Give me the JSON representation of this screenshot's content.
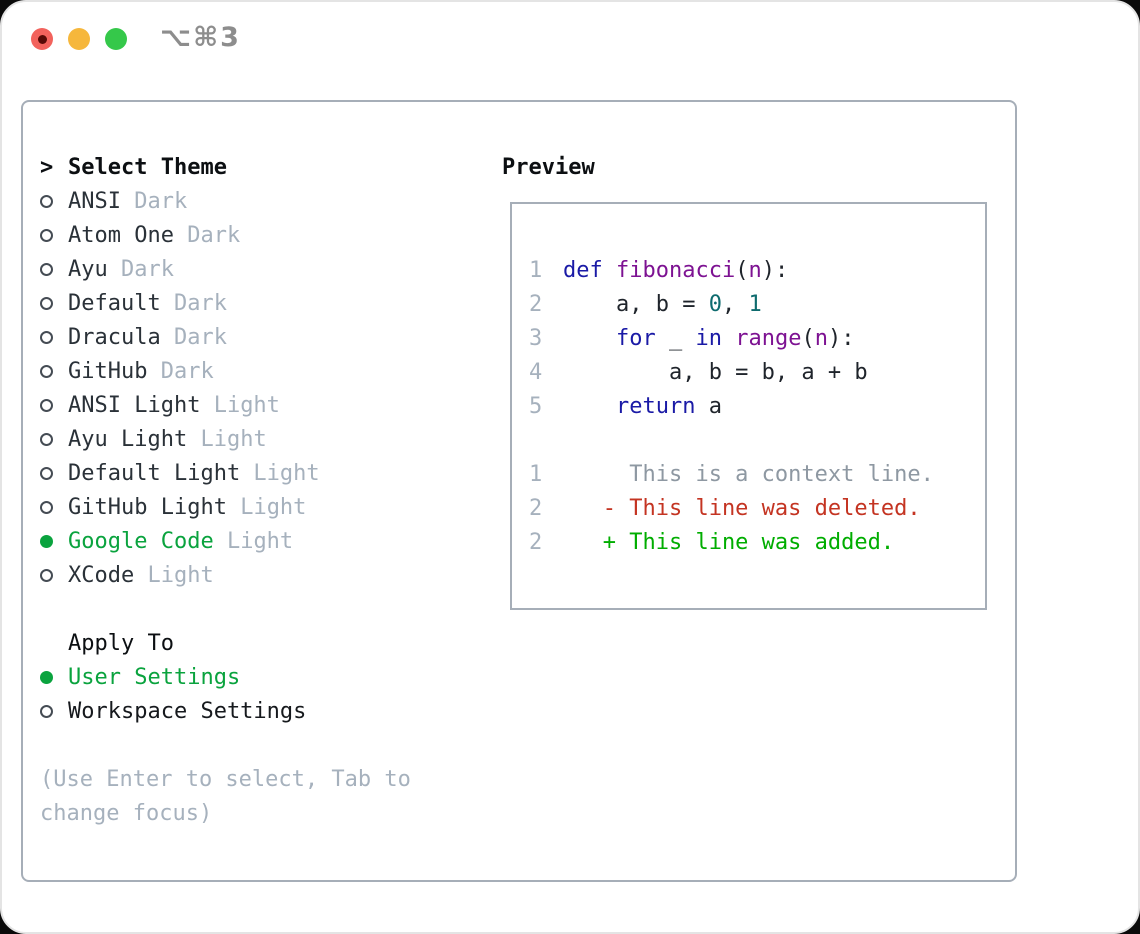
{
  "titlebar": {
    "shortcut": "⌥⌘3"
  },
  "colors": {
    "selected_green": "#0aa33e",
    "keyword_blue": "#1a1aa6",
    "function_purple": "#7d1292",
    "literal_teal": "#0e6b6e",
    "deleted_red": "#c43422",
    "added_green": "#00ad00"
  },
  "theme_panel": {
    "header_marker": ">",
    "header": "Select Theme",
    "themes": [
      {
        "name": "ANSI",
        "variant": "Dark",
        "selected": false
      },
      {
        "name": "Atom One",
        "variant": "Dark",
        "selected": false
      },
      {
        "name": "Ayu",
        "variant": "Dark",
        "selected": false
      },
      {
        "name": "Default",
        "variant": "Dark",
        "selected": false
      },
      {
        "name": "Dracula",
        "variant": "Dark",
        "selected": false
      },
      {
        "name": "GitHub",
        "variant": "Dark",
        "selected": false
      },
      {
        "name": "ANSI Light",
        "variant": "Light",
        "selected": false
      },
      {
        "name": "Ayu Light",
        "variant": "Light",
        "selected": false
      },
      {
        "name": "Default Light",
        "variant": "Light",
        "selected": false
      },
      {
        "name": "GitHub Light",
        "variant": "Light",
        "selected": false
      },
      {
        "name": "Google Code",
        "variant": "Light",
        "selected": true
      },
      {
        "name": "XCode",
        "variant": "Light",
        "selected": false
      }
    ],
    "apply_to_header": "Apply To",
    "apply_options": [
      {
        "label": "User Settings",
        "selected": true
      },
      {
        "label": "Workspace Settings",
        "selected": false
      }
    ],
    "hint_line1": "(Use Enter to select, Tab to",
    "hint_line2": "change focus)"
  },
  "preview": {
    "header": "Preview",
    "code_lines": [
      {
        "num": "1",
        "segments": [
          {
            "t": "def",
            "c": "kw"
          },
          {
            "t": " ",
            "c": "pl"
          },
          {
            "t": "fibonacci",
            "c": "fn"
          },
          {
            "t": "(",
            "c": "pl"
          },
          {
            "t": "n",
            "c": "fn"
          },
          {
            "t": "):",
            "c": "pl"
          }
        ]
      },
      {
        "num": "2",
        "segments": [
          {
            "t": "    a, b = ",
            "c": "pl"
          },
          {
            "t": "0",
            "c": "lit"
          },
          {
            "t": ", ",
            "c": "pl"
          },
          {
            "t": "1",
            "c": "lit"
          }
        ]
      },
      {
        "num": "3",
        "segments": [
          {
            "t": "    ",
            "c": "pl"
          },
          {
            "t": "for",
            "c": "kw"
          },
          {
            "t": " _ ",
            "c": "pl"
          },
          {
            "t": "in",
            "c": "kw"
          },
          {
            "t": " ",
            "c": "pl"
          },
          {
            "t": "range",
            "c": "fn"
          },
          {
            "t": "(",
            "c": "pl"
          },
          {
            "t": "n",
            "c": "fn"
          },
          {
            "t": "):",
            "c": "pl"
          }
        ]
      },
      {
        "num": "4",
        "segments": [
          {
            "t": "        a, b = b, a + b",
            "c": "pl"
          }
        ]
      },
      {
        "num": "5",
        "segments": [
          {
            "t": "    ",
            "c": "pl"
          },
          {
            "t": "return",
            "c": "kw"
          },
          {
            "t": " a",
            "c": "pl"
          }
        ]
      }
    ],
    "diff_lines": [
      {
        "num": "1",
        "text": "     This is a context line.",
        "c": "ctx"
      },
      {
        "num": "2",
        "text": "   - This line was deleted.",
        "c": "del"
      },
      {
        "num": "2",
        "text": "   + This line was added.",
        "c": "add"
      }
    ]
  }
}
